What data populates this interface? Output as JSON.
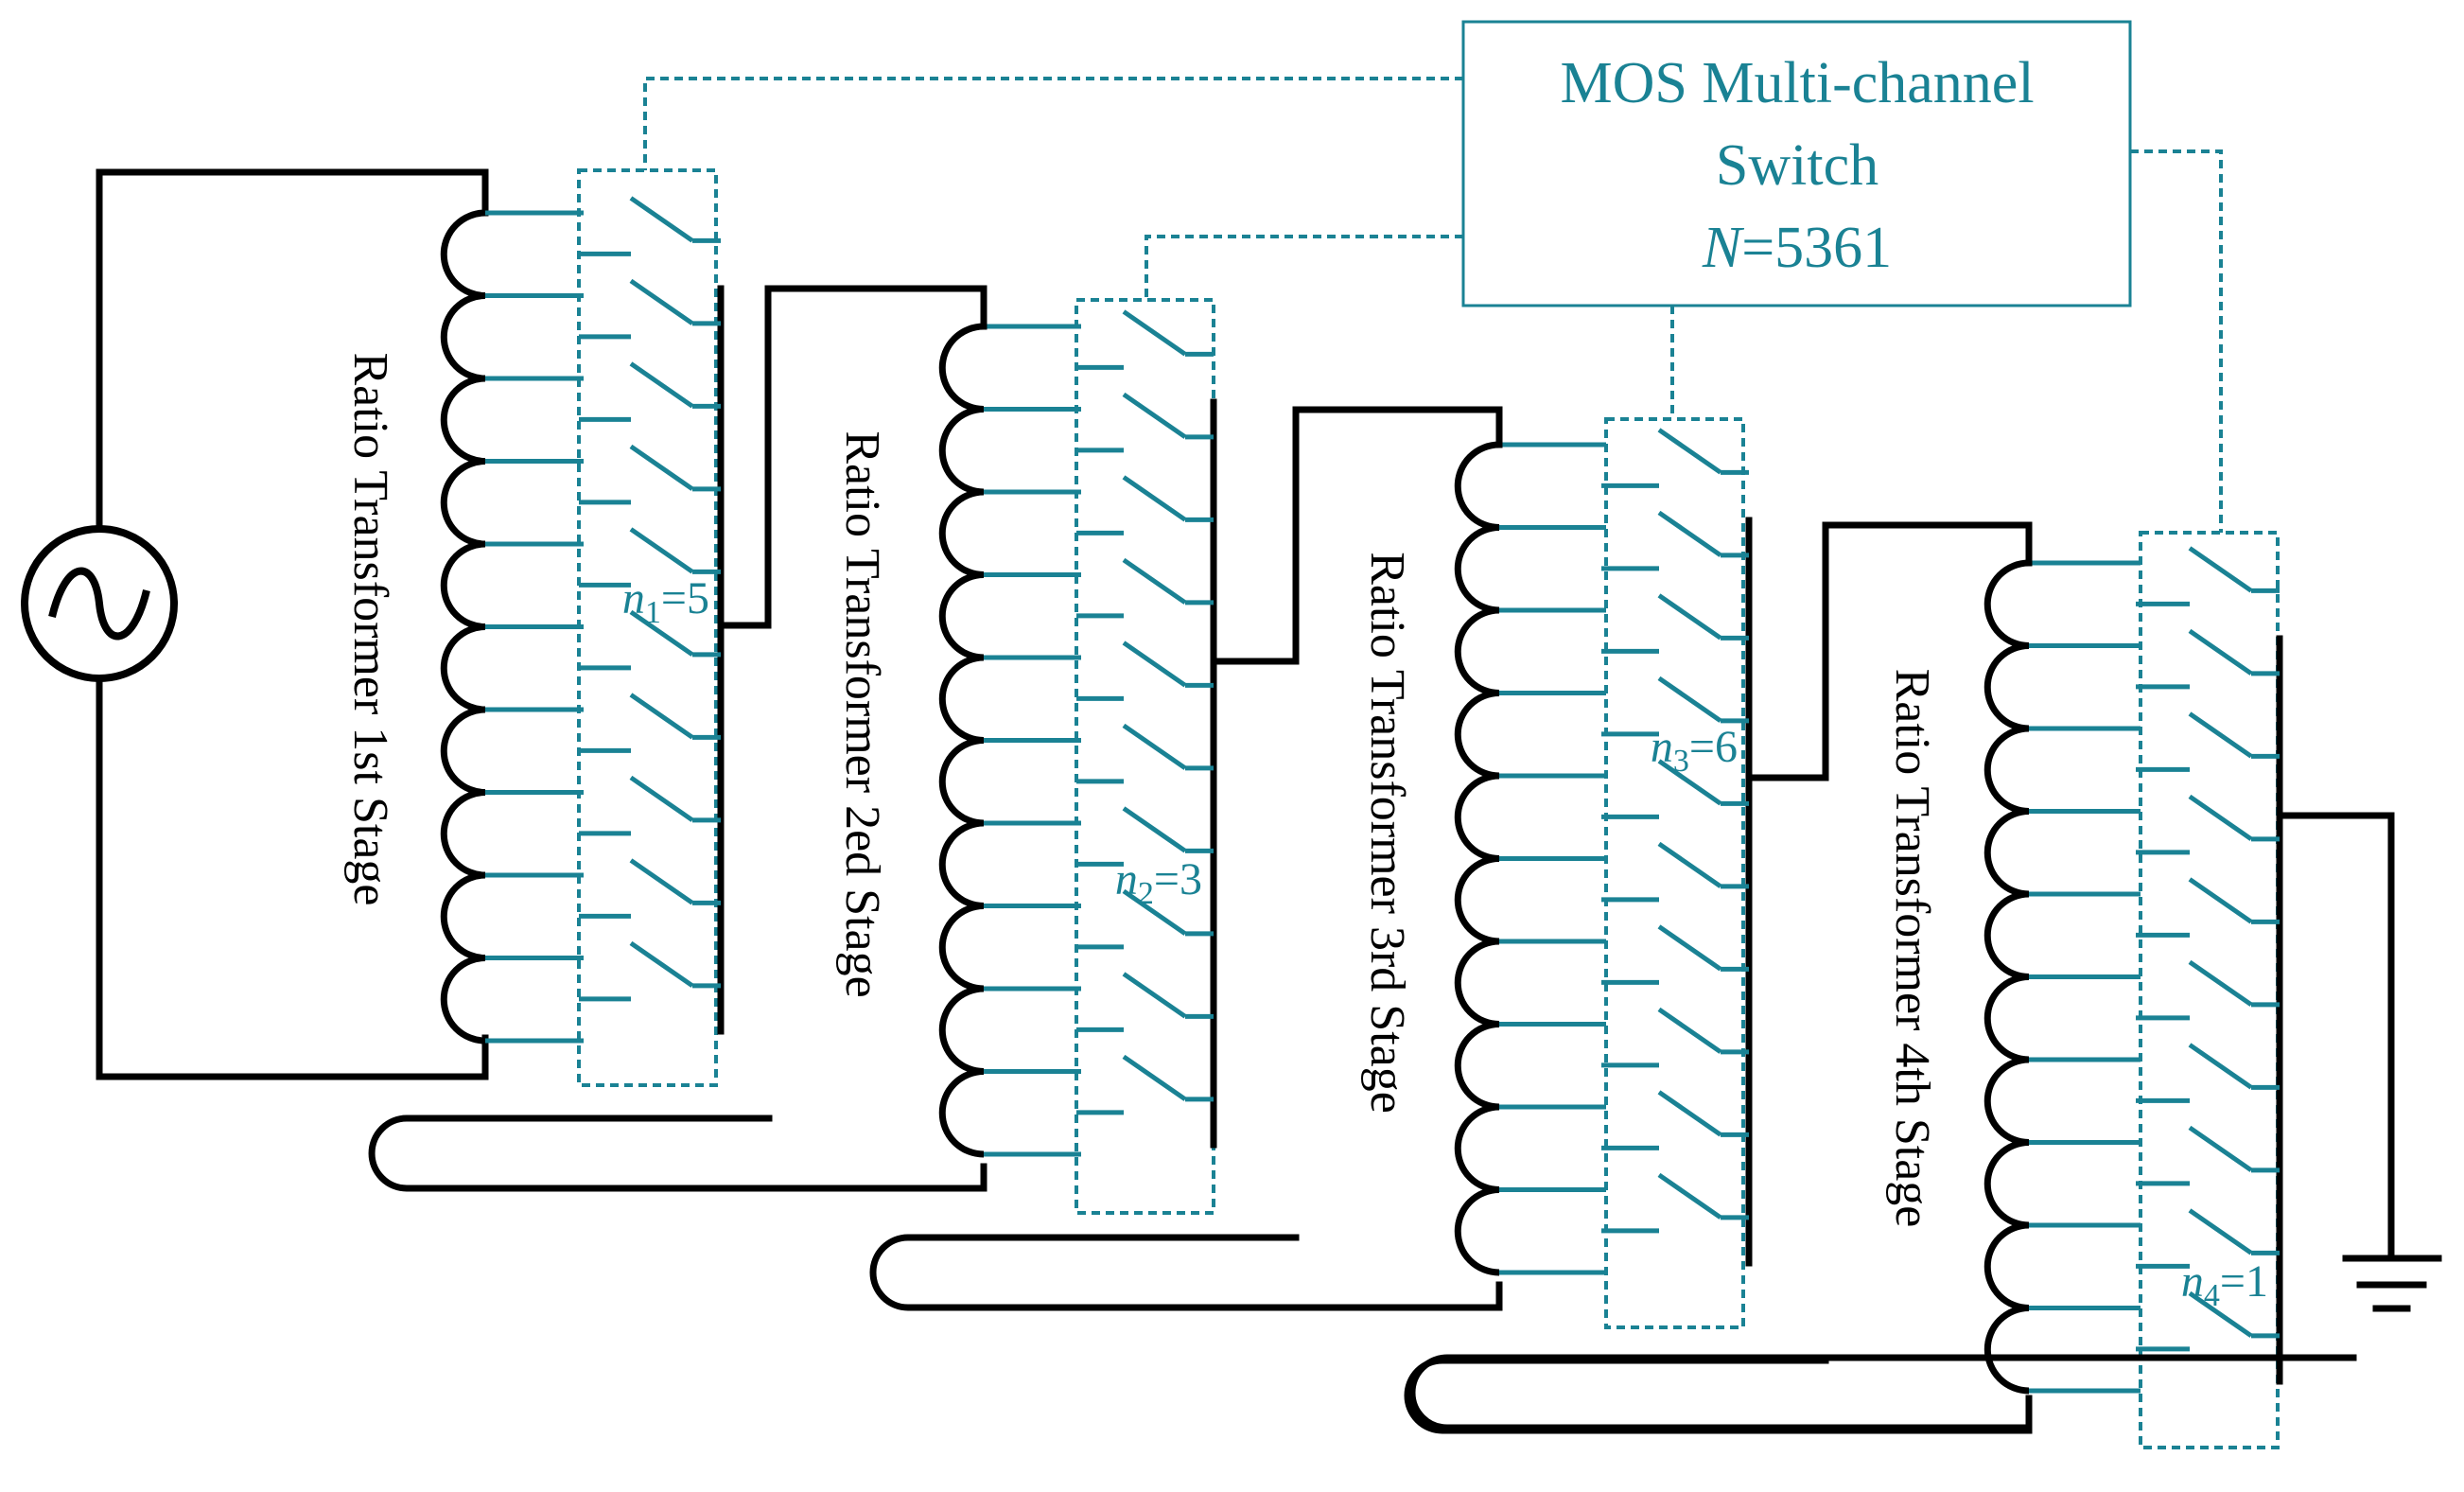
{
  "switch_box": {
    "line1": "MOS Multi-channel",
    "line2": "Switch",
    "n_symbol": "N",
    "n_value": "=5361"
  },
  "stages": [
    {
      "label": "Ratio Transformer 1st Stage",
      "n_var": "n",
      "n_sub": "1",
      "n_val": "=5"
    },
    {
      "label": "Ratio Transformer 2ed Stage",
      "n_var": "n",
      "n_sub": "2",
      "n_val": "=3"
    },
    {
      "label": "Ratio Transformer 3rd Stage",
      "n_var": "n",
      "n_sub": "3",
      "n_val": "=6"
    },
    {
      "label": "Ratio Transformer 4th Stage",
      "n_var": "n",
      "n_sub": "4",
      "n_val": "=1"
    }
  ],
  "colors": {
    "wire": "#000000",
    "switch": "#1a8294",
    "dashed_control": "#1a8294"
  },
  "icons": [
    "ac-source-icon",
    "ground-icon"
  ]
}
